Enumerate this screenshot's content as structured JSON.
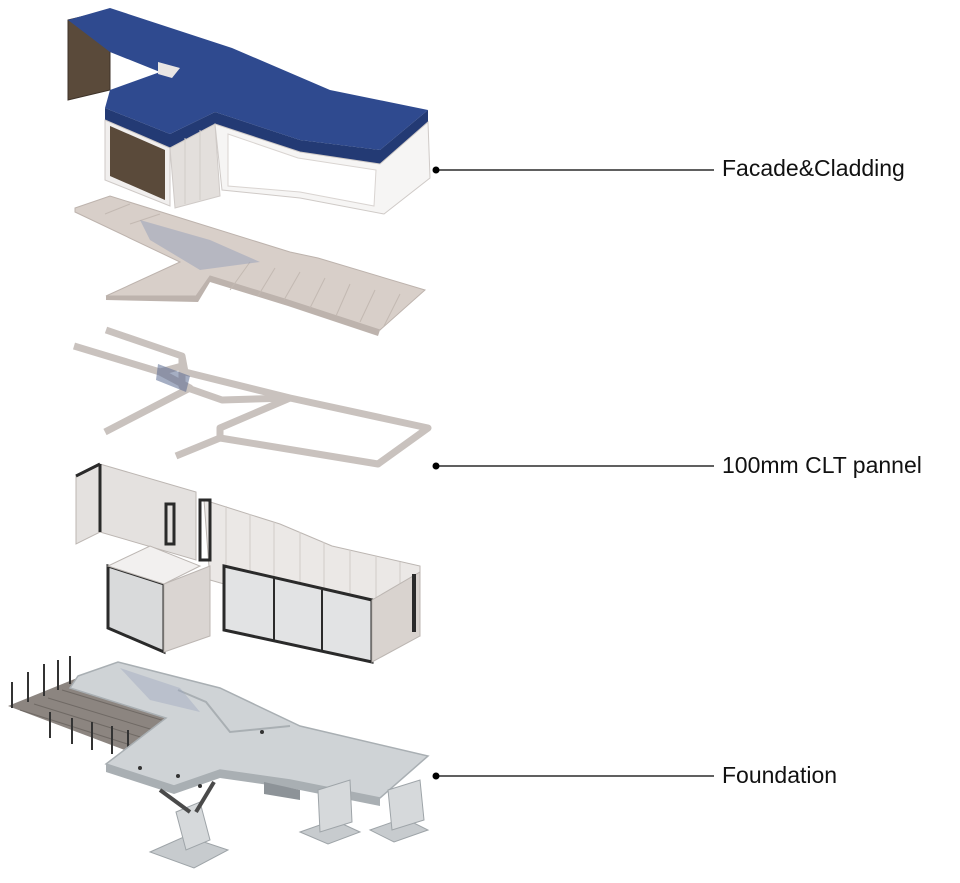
{
  "diagram": {
    "labels": {
      "facade": "Facade&Cladding",
      "clt": "100mm CLT pannel",
      "foundation": "Foundation"
    },
    "colors": {
      "roof": "#2f4a8f",
      "roof_dark": "#233a74",
      "wall": "#e9e6e4",
      "wall_shade": "#d6d1ce",
      "timber_cladding": "#5a4a3a",
      "floor": "#d8cfc9",
      "floor_line": "#bdb3ad",
      "frame": "#c9c2be",
      "glazing_frame": "#2a2a2a",
      "concrete": "#cfd3d6",
      "concrete_dark": "#a9afb3",
      "decking": "#8c8580",
      "leader": "#000000"
    }
  }
}
